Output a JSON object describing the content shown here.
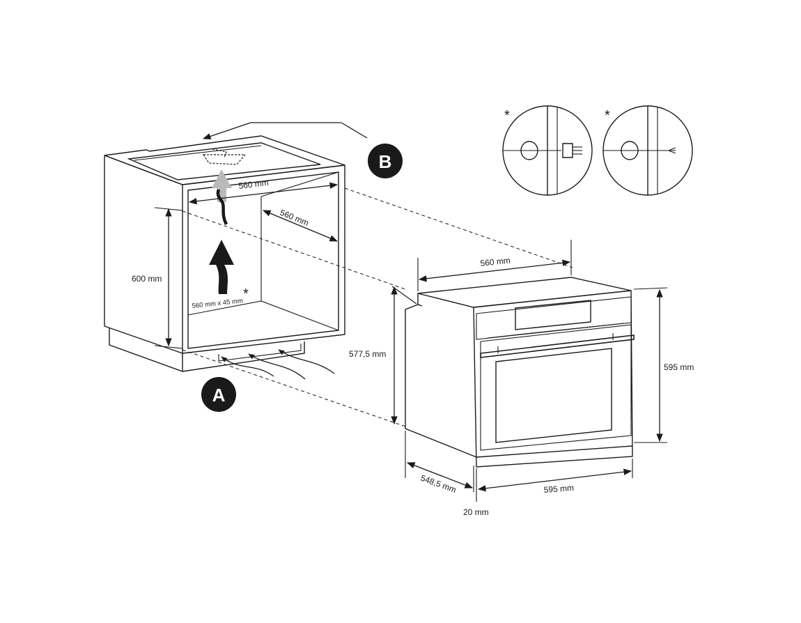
{
  "diagram": {
    "labels": {
      "cabinet_width": "560 mm",
      "cabinet_depth": "560 mm",
      "cabinet_height": "600 mm",
      "vent_opening": "560 mm x 45 mm",
      "oven_top_width": "560 mm",
      "oven_body_height": "577,5 mm",
      "oven_front_height": "595 mm",
      "oven_front_width": "595 mm",
      "oven_depth": "548,5 mm",
      "panel_thickness": "20 mm"
    },
    "badges": {
      "a": "A",
      "b": "B"
    },
    "notes": {
      "asterisk": "*"
    }
  }
}
